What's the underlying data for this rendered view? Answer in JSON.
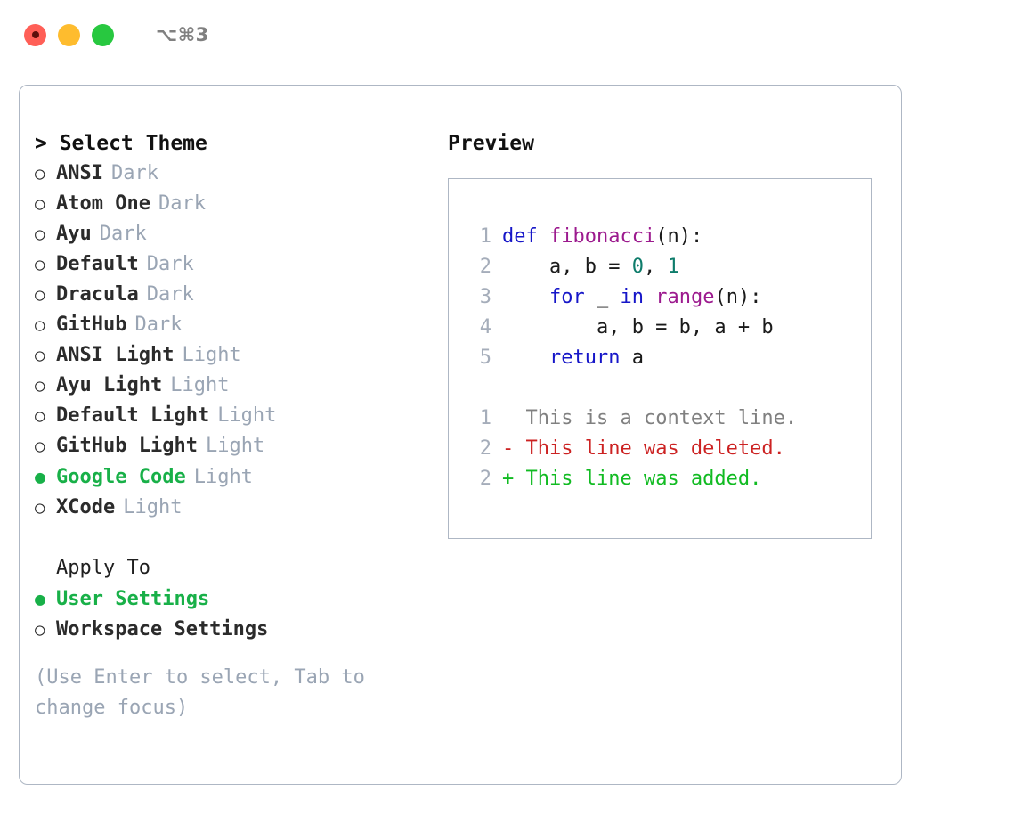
{
  "window": {
    "title": "⌥⌘3",
    "traffic_lights": [
      "close",
      "minimize",
      "zoom"
    ],
    "colors": {
      "close": "#ff5f57",
      "minimize": "#febc2e",
      "zoom": "#28c840"
    }
  },
  "theme_picker": {
    "header": "> Select Theme",
    "bullet_off": "○",
    "bullet_on": "●",
    "items": [
      {
        "name": "ANSI",
        "variant": "Dark",
        "selected": false
      },
      {
        "name": "Atom One",
        "variant": "Dark",
        "selected": false
      },
      {
        "name": "Ayu",
        "variant": "Dark",
        "selected": false
      },
      {
        "name": "Default",
        "variant": "Dark",
        "selected": false
      },
      {
        "name": "Dracula",
        "variant": "Dark",
        "selected": false
      },
      {
        "name": "GitHub",
        "variant": "Dark",
        "selected": false
      },
      {
        "name": "ANSI Light",
        "variant": "Light",
        "selected": false
      },
      {
        "name": "Ayu Light",
        "variant": "Light",
        "selected": false
      },
      {
        "name": "Default Light",
        "variant": "Light",
        "selected": false
      },
      {
        "name": "GitHub Light",
        "variant": "Light",
        "selected": false
      },
      {
        "name": "Google Code",
        "variant": "Light",
        "selected": true
      },
      {
        "name": "XCode",
        "variant": "Light",
        "selected": false
      }
    ]
  },
  "apply_to": {
    "header": "Apply To",
    "items": [
      {
        "name": "User Settings",
        "selected": true
      },
      {
        "name": "Workspace Settings",
        "selected": false
      }
    ]
  },
  "hint": "(Use Enter to select, Tab to change focus)",
  "preview": {
    "title": "Preview",
    "code_lines": [
      {
        "no": "1",
        "tokens": [
          {
            "t": "def ",
            "c": "kw"
          },
          {
            "t": "fibonacci",
            "c": "fn"
          },
          {
            "t": "(n):",
            "c": "punct"
          }
        ]
      },
      {
        "no": "2",
        "tokens": [
          {
            "t": "    a, b = ",
            "c": "plain"
          },
          {
            "t": "0",
            "c": "num"
          },
          {
            "t": ", ",
            "c": "plain"
          },
          {
            "t": "1",
            "c": "num"
          }
        ]
      },
      {
        "no": "3",
        "tokens": [
          {
            "t": "    ",
            "c": "plain"
          },
          {
            "t": "for",
            "c": "kw"
          },
          {
            "t": " _ ",
            "c": "plain"
          },
          {
            "t": "in",
            "c": "kw"
          },
          {
            "t": " ",
            "c": "plain"
          },
          {
            "t": "range",
            "c": "fn"
          },
          {
            "t": "(n):",
            "c": "punct"
          }
        ]
      },
      {
        "no": "4",
        "tokens": [
          {
            "t": "        a, b = b, a + b",
            "c": "plain"
          }
        ]
      },
      {
        "no": "5",
        "tokens": [
          {
            "t": "    ",
            "c": "plain"
          },
          {
            "t": "return",
            "c": "kw"
          },
          {
            "t": " a",
            "c": "plain"
          }
        ]
      }
    ],
    "diff_lines": [
      {
        "no": "1",
        "prefix": "  ",
        "text": "This is a context line.",
        "kind": "ctx"
      },
      {
        "no": "2",
        "prefix": "- ",
        "text": "This line was deleted.",
        "kind": "del"
      },
      {
        "no": "2",
        "prefix": "+ ",
        "text": "This line was added.",
        "kind": "add"
      }
    ]
  },
  "colors": {
    "accent_green": "#18b048",
    "muted": "#9aa5b4",
    "border": "#aeb7c4",
    "keyword": "#1616c8",
    "function": "#9c1a8e",
    "number": "#0e7c6b",
    "diff_delete": "#cc2222",
    "diff_add": "#11bb22",
    "diff_context": "#808080"
  }
}
